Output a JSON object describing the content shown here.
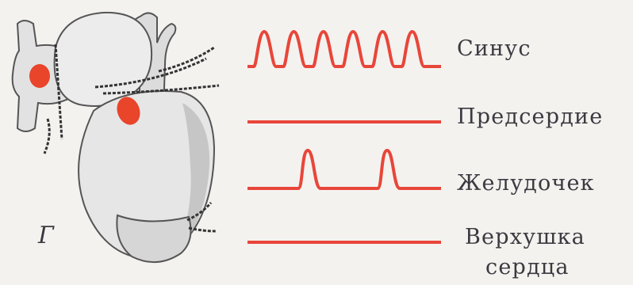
{
  "figure": {
    "letter": "Г",
    "trace_color": "#e8463a",
    "trace_highlight": "#f5b24a",
    "heart_colors": {
      "body": "#e6e6e6",
      "shadow": "#9a9a9a",
      "outline": "#555555",
      "nodes": "#e8452b"
    },
    "traces": [
      {
        "id": "sinus",
        "label": "Синус",
        "pattern": "periodic",
        "beats": 6
      },
      {
        "id": "atrium",
        "label": "Предсердие",
        "pattern": "flat",
        "beats": 0
      },
      {
        "id": "ventricle",
        "label": "Желудочек",
        "pattern": "pulses",
        "beats": 2
      },
      {
        "id": "apex",
        "label_lines": [
          "Верхушка",
          "сердца"
        ],
        "pattern": "flat",
        "beats": 0
      }
    ]
  }
}
